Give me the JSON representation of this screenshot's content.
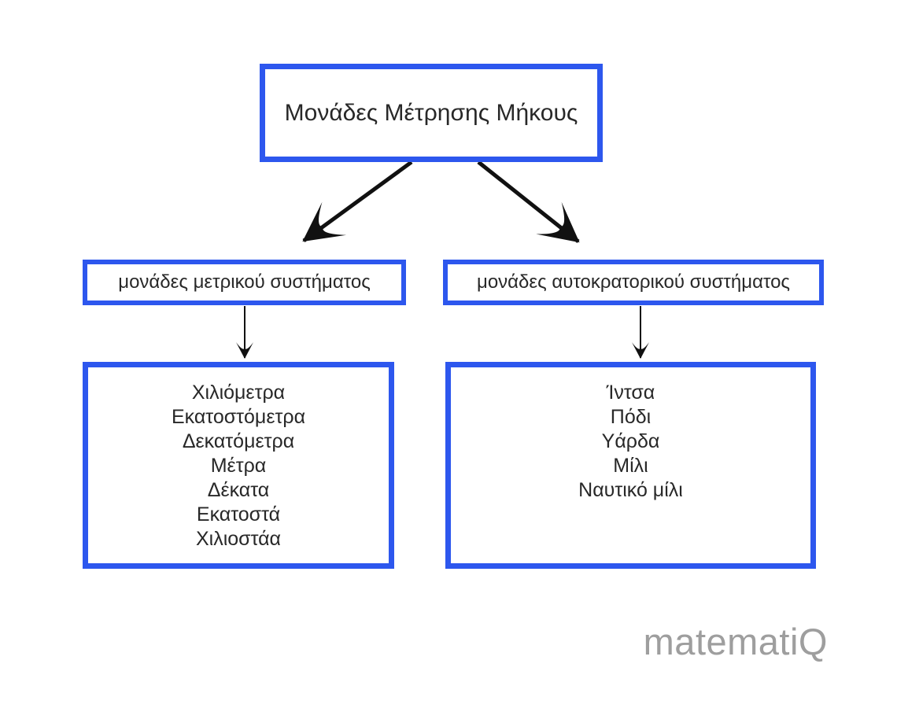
{
  "colors": {
    "accent": "#2D57EE",
    "text": "#282828",
    "arrow": "#111111",
    "watermark": "#9e9e9e"
  },
  "nodes": {
    "root": {
      "label": "Μονάδες Μέτρησης Μήκους"
    },
    "metric": {
      "label": "μονάδες μετρικού συστήματος"
    },
    "imperial": {
      "label": "μονάδες αυτοκρατορικού συστήματος"
    },
    "metric_units": {
      "items": [
        "Χιλιόμετρα",
        "Εκατοστόμετρα",
        "Δεκατόμετρα",
        "Μέτρα",
        "Δέκατα",
        "Εκατοστά",
        "Χιλιοστάα"
      ]
    },
    "imperial_units": {
      "items": [
        "Ίντσα",
        "Πόδι",
        "Υάρδα",
        "Μίλι",
        "Ναυτικό μίλι"
      ]
    }
  },
  "watermark": {
    "text": "matematiQ"
  }
}
